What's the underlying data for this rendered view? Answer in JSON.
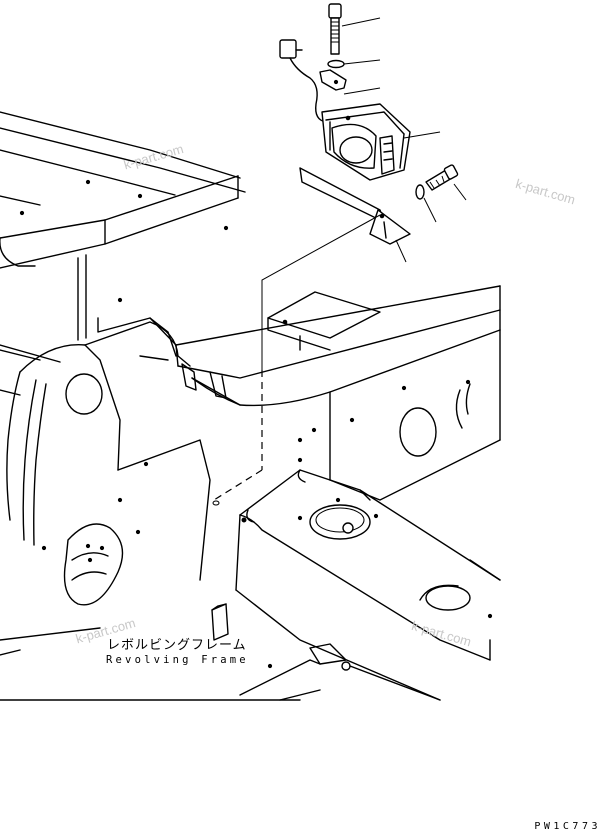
{
  "diagram": {
    "part_label_jp": "レボルビングフレーム",
    "part_label_en": "Revolving Frame",
    "drawing_code": "PW1C773",
    "watermarks": [
      "k-part.com",
      "k-part.com",
      "k-part.com",
      "k-part.com"
    ]
  }
}
